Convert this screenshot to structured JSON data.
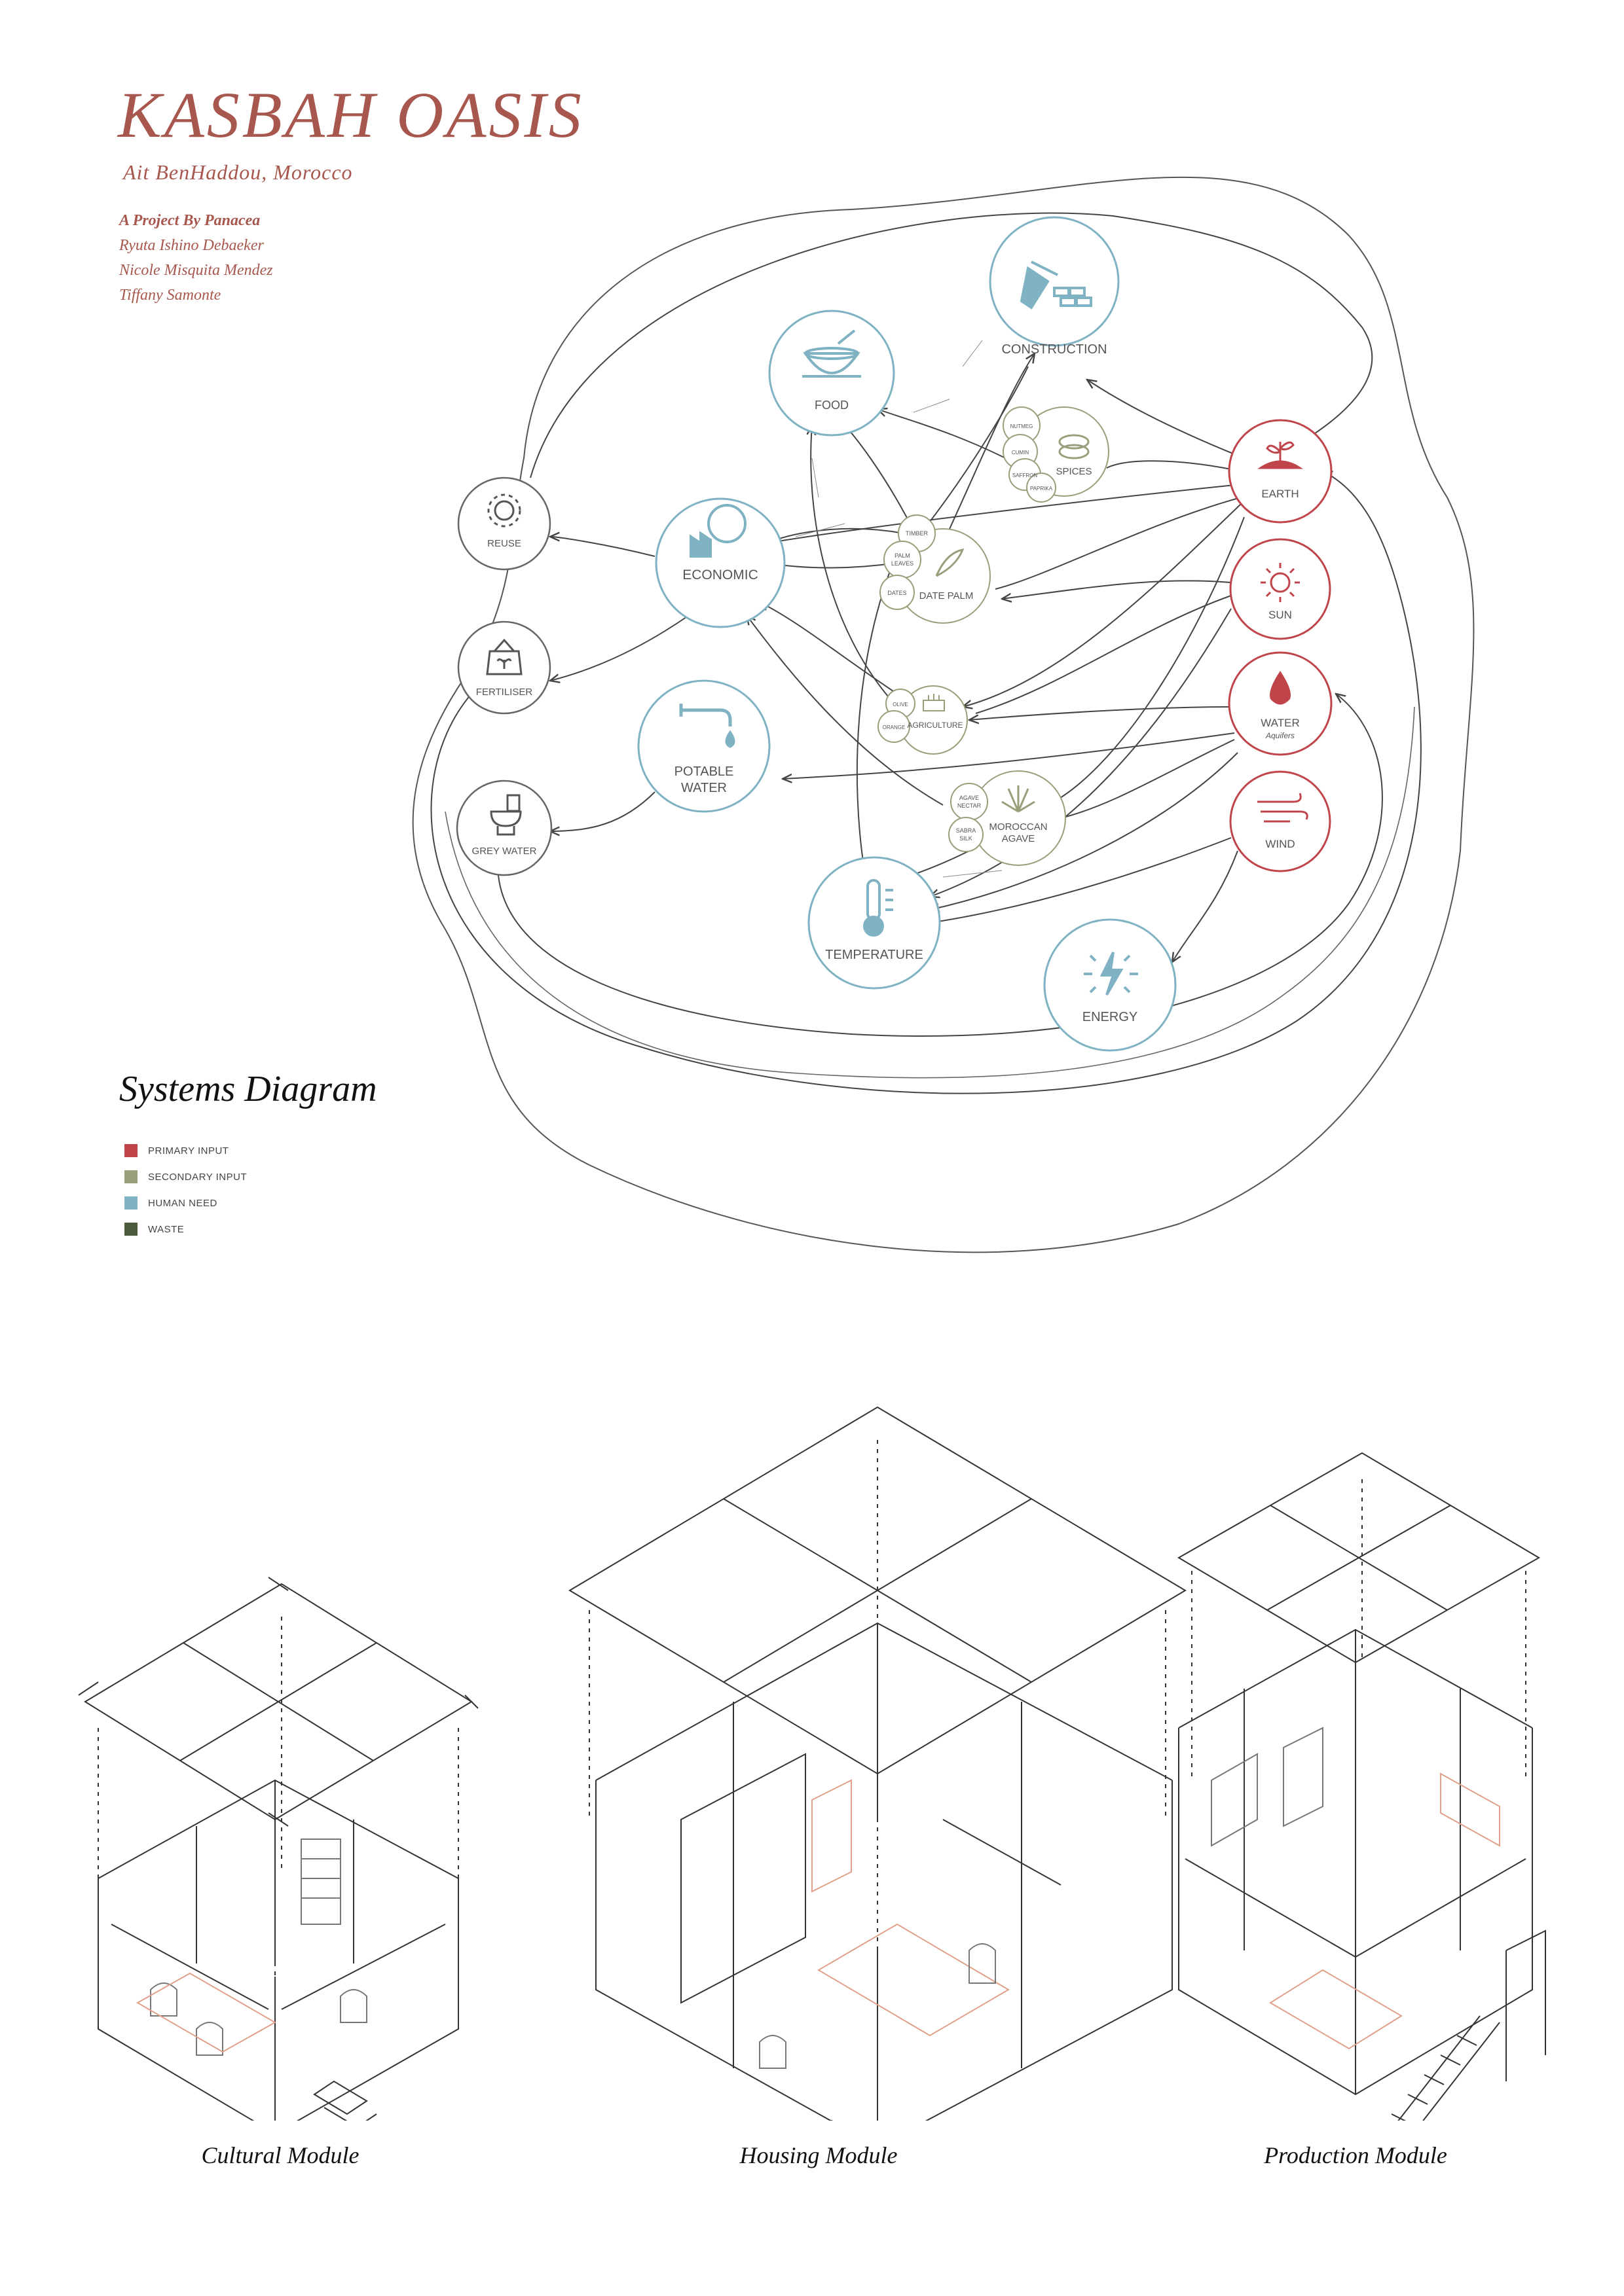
{
  "header": {
    "title": "KASBAH OASIS",
    "location": "Ait BenHaddou, Morocco",
    "credit_heading": "A Project By Panacea",
    "authors": [
      "Ryuta Ishino Debaeker",
      "Nicole Misquita Mendez",
      "Tiffany Samonte"
    ]
  },
  "colors": {
    "primary_input": "#c0454a",
    "secondary_input": "#9a9e7a",
    "human_need": "#7fb2c2",
    "waste": "#4d5a3c",
    "title": "#a7574d"
  },
  "diagram": {
    "title": "Systems Diagram",
    "nodes": {
      "construction": "CONSTRUCTION",
      "food": "FOOD",
      "spices": "SPICES",
      "nutmeg": "NUTMEG",
      "cumin": "CUMIN",
      "saffron": "SAFFRON",
      "paprika": "PAPRIKA",
      "earth": "EARTH",
      "reuse": "REUSE",
      "economic": "ECONOMIC",
      "timber": "TIMBER",
      "palm_leaves_1": "PALM",
      "palm_leaves_2": "LEAVES",
      "dates": "DATES",
      "date_palm": "DATE PALM",
      "sun": "SUN",
      "fertiliser": "FERTILISER",
      "olive": "OLIVE",
      "orange": "ORANGE",
      "agriculture": "AGRICULTURE",
      "water": "WATER",
      "aquifers": "Aquifers",
      "potable_water_1": "POTABLE",
      "potable_water_2": "WATER",
      "agave_nectar_1": "AGAVE",
      "agave_nectar_2": "NECTAR",
      "sabra_silk_1": "SABRA",
      "sabra_silk_2": "SILK",
      "moroccan_agave_1": "MOROCCAN",
      "moroccan_agave_2": "AGAVE",
      "grey_water": "GREY WATER",
      "wind": "WIND",
      "temperature": "TEMPERATURE",
      "energy": "ENERGY"
    },
    "legend": [
      {
        "label": "PRIMARY INPUT",
        "color": "#c0454a"
      },
      {
        "label": "SECONDARY INPUT",
        "color": "#9a9e7a"
      },
      {
        "label": "HUMAN NEED",
        "color": "#7fb2c2"
      },
      {
        "label": "WASTE",
        "color": "#4d5a3c"
      }
    ]
  },
  "modules": [
    {
      "caption": "Cultural Module"
    },
    {
      "caption": "Housing Module"
    },
    {
      "caption": "Production Module"
    }
  ]
}
